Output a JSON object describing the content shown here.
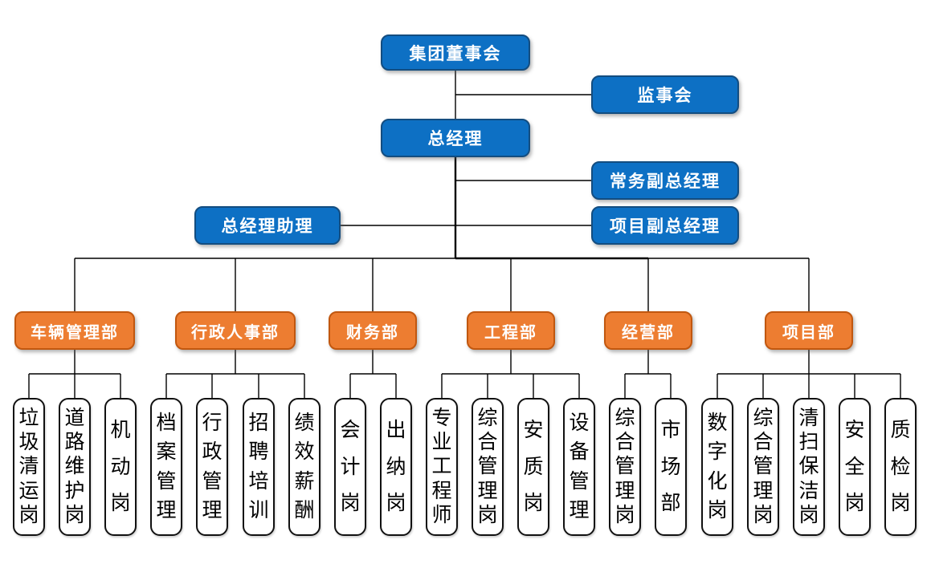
{
  "colors": {
    "blue": "#0d70c4",
    "blue-border": "#134d80",
    "orange": "#ed7d31",
    "orange-border": "#c1570f",
    "line": "#000000"
  },
  "executives": {
    "board": "集团董事会",
    "supervisory": "监事会",
    "general_manager": "总经理",
    "executive_deputy_gm": "常务副总经理",
    "gm_assistant": "总经理助理",
    "project_deputy_gm": "项目副总经理"
  },
  "departments": [
    {
      "label": "车辆管理部",
      "children": [
        "垃圾清运岗",
        "道路维护岗",
        "机动岗"
      ]
    },
    {
      "label": "行政人事部",
      "children": [
        "档案管理",
        "行政管理",
        "招聘培训",
        "绩效薪酬"
      ]
    },
    {
      "label": "财务部",
      "children": [
        "会计岗",
        "出纳岗"
      ]
    },
    {
      "label": "工程部",
      "children": [
        "专业工程师",
        "综合管理岗",
        "安质岗",
        "设备管理"
      ]
    },
    {
      "label": "经营部",
      "children": [
        "综合管理岗",
        "市场部"
      ]
    },
    {
      "label": "项目部",
      "children": [
        "数字化岗",
        "综合管理岗",
        "清扫保洁岗",
        "安全岗",
        "质检岗"
      ]
    }
  ]
}
